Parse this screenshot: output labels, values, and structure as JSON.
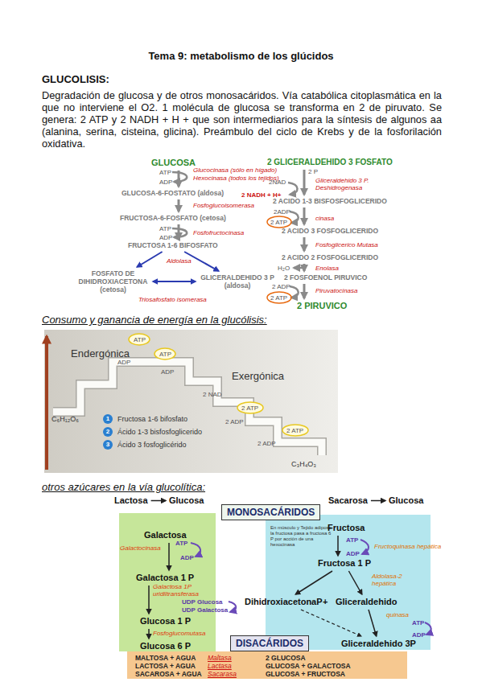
{
  "diagram": {
    "title": "Tema 9: metabolismo de los glúcidos",
    "nodes": [
      {
        "text": [
          "GLUCOSA"
        ]
      },
      {
        "text": [
          "GLUCOSA-6-FOSTATO (aldosa)"
        ]
      },
      {
        "text": [
          "FRUCTOSA-6-FOSFATO (cetosa)"
        ]
      },
      {
        "text": [
          "FRUCTOSA 1-6 BIFOSFATO"
        ]
      },
      {
        "text": [
          "FOSFATO DE DIHIDROXIACETONA (cetosa)"
        ]
      },
      {
        "text": [
          "GLICERALDEHIDO 3 P (aldosa)"
        ]
      },
      {
        "text": [
          "2 GLICERALDEHIDO 3 FOSFATO"
        ]
      },
      {
        "text": [
          "2 ACIDO 1-3 BISFOSFOGLICERIDO"
        ]
      },
      {
        "text": [
          "2 ACIDO 3 FOSFOGLICERIDO"
        ]
      },
      {
        "text": [
          "2 ACIDO 2 FOSFOGLICERIDO"
        ]
      },
      {
        "text": [
          "2 FOSFOENOL PIRUVICO"
        ]
      },
      {
        "text": [
          "2 PIRUVICO"
        ]
      },
      {
        "text": [
          "Lactosa"
        ]
      },
      {
        "text": [
          "Glucosa"
        ]
      },
      {
        "text": [
          "Sacarosa"
        ]
      },
      {
        "text": [
          "Glucosa"
        ]
      },
      {
        "text": [
          "MONOSACÁRIDOS"
        ]
      },
      {
        "text": [
          "Galactosa"
        ]
      },
      {
        "text": [
          "Galactosa 1 P"
        ]
      },
      {
        "text": [
          "Glucosa 1 P"
        ]
      },
      {
        "text": [
          "Glucosa 6 P"
        ]
      },
      {
        "text": [
          "Fructosa"
        ]
      },
      {
        "text": [
          "Fructosa 1 P"
        ]
      },
      {
        "text": [
          "DihidroxiacetonaP"
        ]
      },
      {
        "text": [
          "Gliceraldehido"
        ]
      },
      {
        "text": [
          "Gliceraldehido 3P"
        ]
      },
      {
        "text": [
          "DISACÁRIDOS"
        ]
      }
    ],
    "edges": [
      {
        "from": 0,
        "to": 1,
        "arrow": "to"
      },
      {
        "from": 1,
        "to": 2,
        "arrow": "to"
      },
      {
        "from": 2,
        "to": 3,
        "arrow": "to"
      },
      {
        "from": 3,
        "to": 4,
        "arrow": "to"
      },
      {
        "from": 3,
        "to": 5,
        "arrow": "to"
      },
      {
        "from": 4,
        "to": 5,
        "arrow": "both"
      },
      {
        "from": 6,
        "to": 7,
        "arrow": "to"
      },
      {
        "from": 7,
        "to": 8,
        "arrow": "to"
      },
      {
        "from": 8,
        "to": 9,
        "arrow": "to"
      },
      {
        "from": 9,
        "to": 10,
        "arrow": "to"
      },
      {
        "from": 10,
        "to": 11,
        "arrow": "to"
      },
      {
        "from": 12,
        "to": 13,
        "arrow": "to"
      },
      {
        "from": 14,
        "to": 15,
        "arrow": "to"
      },
      {
        "from": 17,
        "to": 18,
        "arrow": "to"
      },
      {
        "from": 18,
        "to": 19,
        "arrow": "to"
      },
      {
        "from": 19,
        "to": 20,
        "arrow": "to"
      },
      {
        "from": 21,
        "to": 22,
        "arrow": "to"
      },
      {
        "from": 22,
        "to": 23,
        "arrow": "to"
      },
      {
        "from": 22,
        "to": 24,
        "arrow": "to"
      },
      {
        "from": 24,
        "to": 25,
        "arrow": "to"
      },
      {
        "from": 23,
        "to": 25,
        "arrow": "to"
      }
    ],
    "labels": [
      "GLUCOLISIS:",
      "Degradación de glucosa y de otros monosacáridos. Vía catabólica citoplasmática en la que no interviene el O2. 1 molécula de glucosa se transforma en 2 de piruvato. Se genera: 2 ATP y 2 NADH + H + que son intermediarios para la síntesis de algunos aa (alanina, serina, cisteina, glicina). Preámbulo del ciclo de Krebs y de la fosforilación oxidativa.",
      "ATP",
      "ADP",
      "Glucocinasa (sólo en hígado)",
      "Hexocinasa (todos los tejidos)",
      "Fosfoglucoisomerasa",
      "ATP",
      "ADP",
      "Fosfofructocinasa",
      "Aldolasa",
      "Triosafosfato isomerasa",
      "2NAD",
      "2 P",
      "2 NADH + H+",
      "Gliceraldehido 3 P. Deshidrogenasa",
      "2ADP",
      "2 ATP",
      "cinasa",
      "Fosfoglicerico Mutasa",
      "H₂O",
      "Enolasa",
      "2 ADP",
      "2 ATP",
      "Piruvatocinasa",
      "Consumo y ganancia de energía en la glucólisis:",
      "Endergónica",
      "Exergónica",
      "ATP",
      "ADP",
      "ATP",
      "ADP",
      "2 NAD",
      "2 ATP",
      "2 ADP",
      "2 ATP",
      "2 ADP",
      "C₆H₁₂O₆",
      "1",
      "Fructosa 1-6 bifosfato",
      "2",
      "Ácido 1-3 bisfosfoglicerido",
      "3",
      "Ácido 3 fosfoglicérido",
      "C₃H₄O₃",
      "otros azúcares en la vía glucolítica:",
      "Galactocinasa",
      "ATP",
      "ADP",
      "Galactosa 1P uridiltransferasa",
      "UDP Glucosa",
      "UDP Galactosa",
      "Fosfoglucomutasa",
      "En músculo y Tejido adiposo la fructosa pasa a fructosa 6 P por acción de una hexocinasa",
      "ATP",
      "Fructoquinasa hepática",
      "ADP",
      "Aldolasa-2 hepática",
      "+",
      "quinasa",
      "ATP",
      "ADP",
      "MALTOSA + AGUA",
      "Maltasa",
      "2 GLUCOSA",
      "LACTOSA + AGUA",
      "Lactasa",
      "GLUCOSA + GALACTOSA",
      "SACAROSA + AGUA",
      "Sacarasa",
      "GLUCOSA + FRUCTOSA"
    ]
  }
}
